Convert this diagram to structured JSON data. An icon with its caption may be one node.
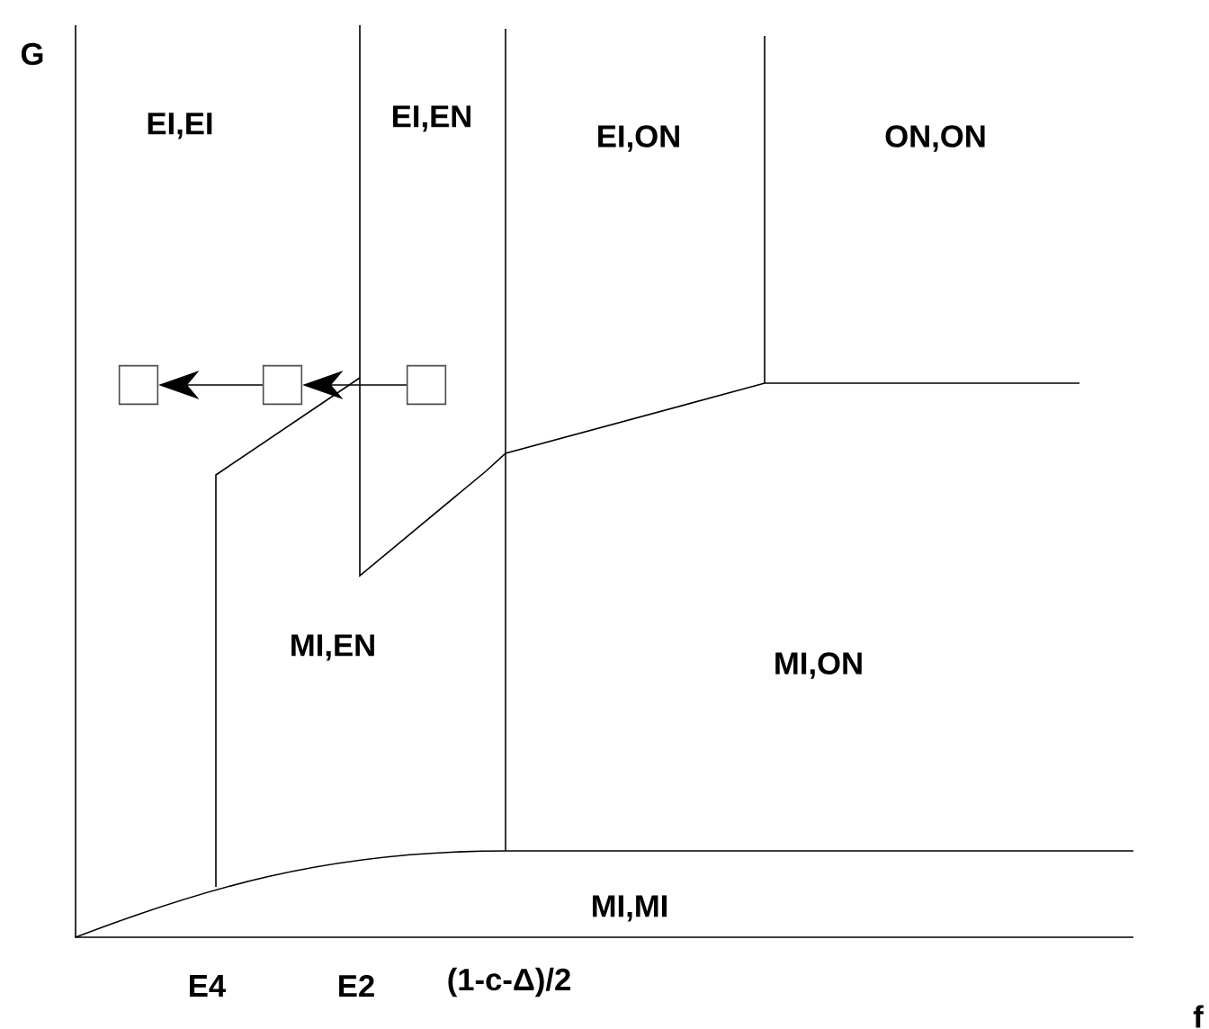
{
  "diagram": {
    "nodes": [
      {
        "text": [],
        "shape": "box"
      },
      {
        "text": [],
        "shape": "box"
      },
      {
        "text": [],
        "shape": "box"
      }
    ],
    "edges": [
      {
        "from": 2,
        "to": 1,
        "arrow": "to"
      },
      {
        "from": 1,
        "to": 0,
        "arrow": "to"
      }
    ],
    "labels": [
      "G",
      "EI,EI",
      "EI,EN",
      "EI,ON",
      "ON,ON",
      "MI,EN",
      "MI,ON",
      "MI,MI",
      "E4",
      "E2",
      "(1-c-Δ)/2",
      "f"
    ]
  }
}
